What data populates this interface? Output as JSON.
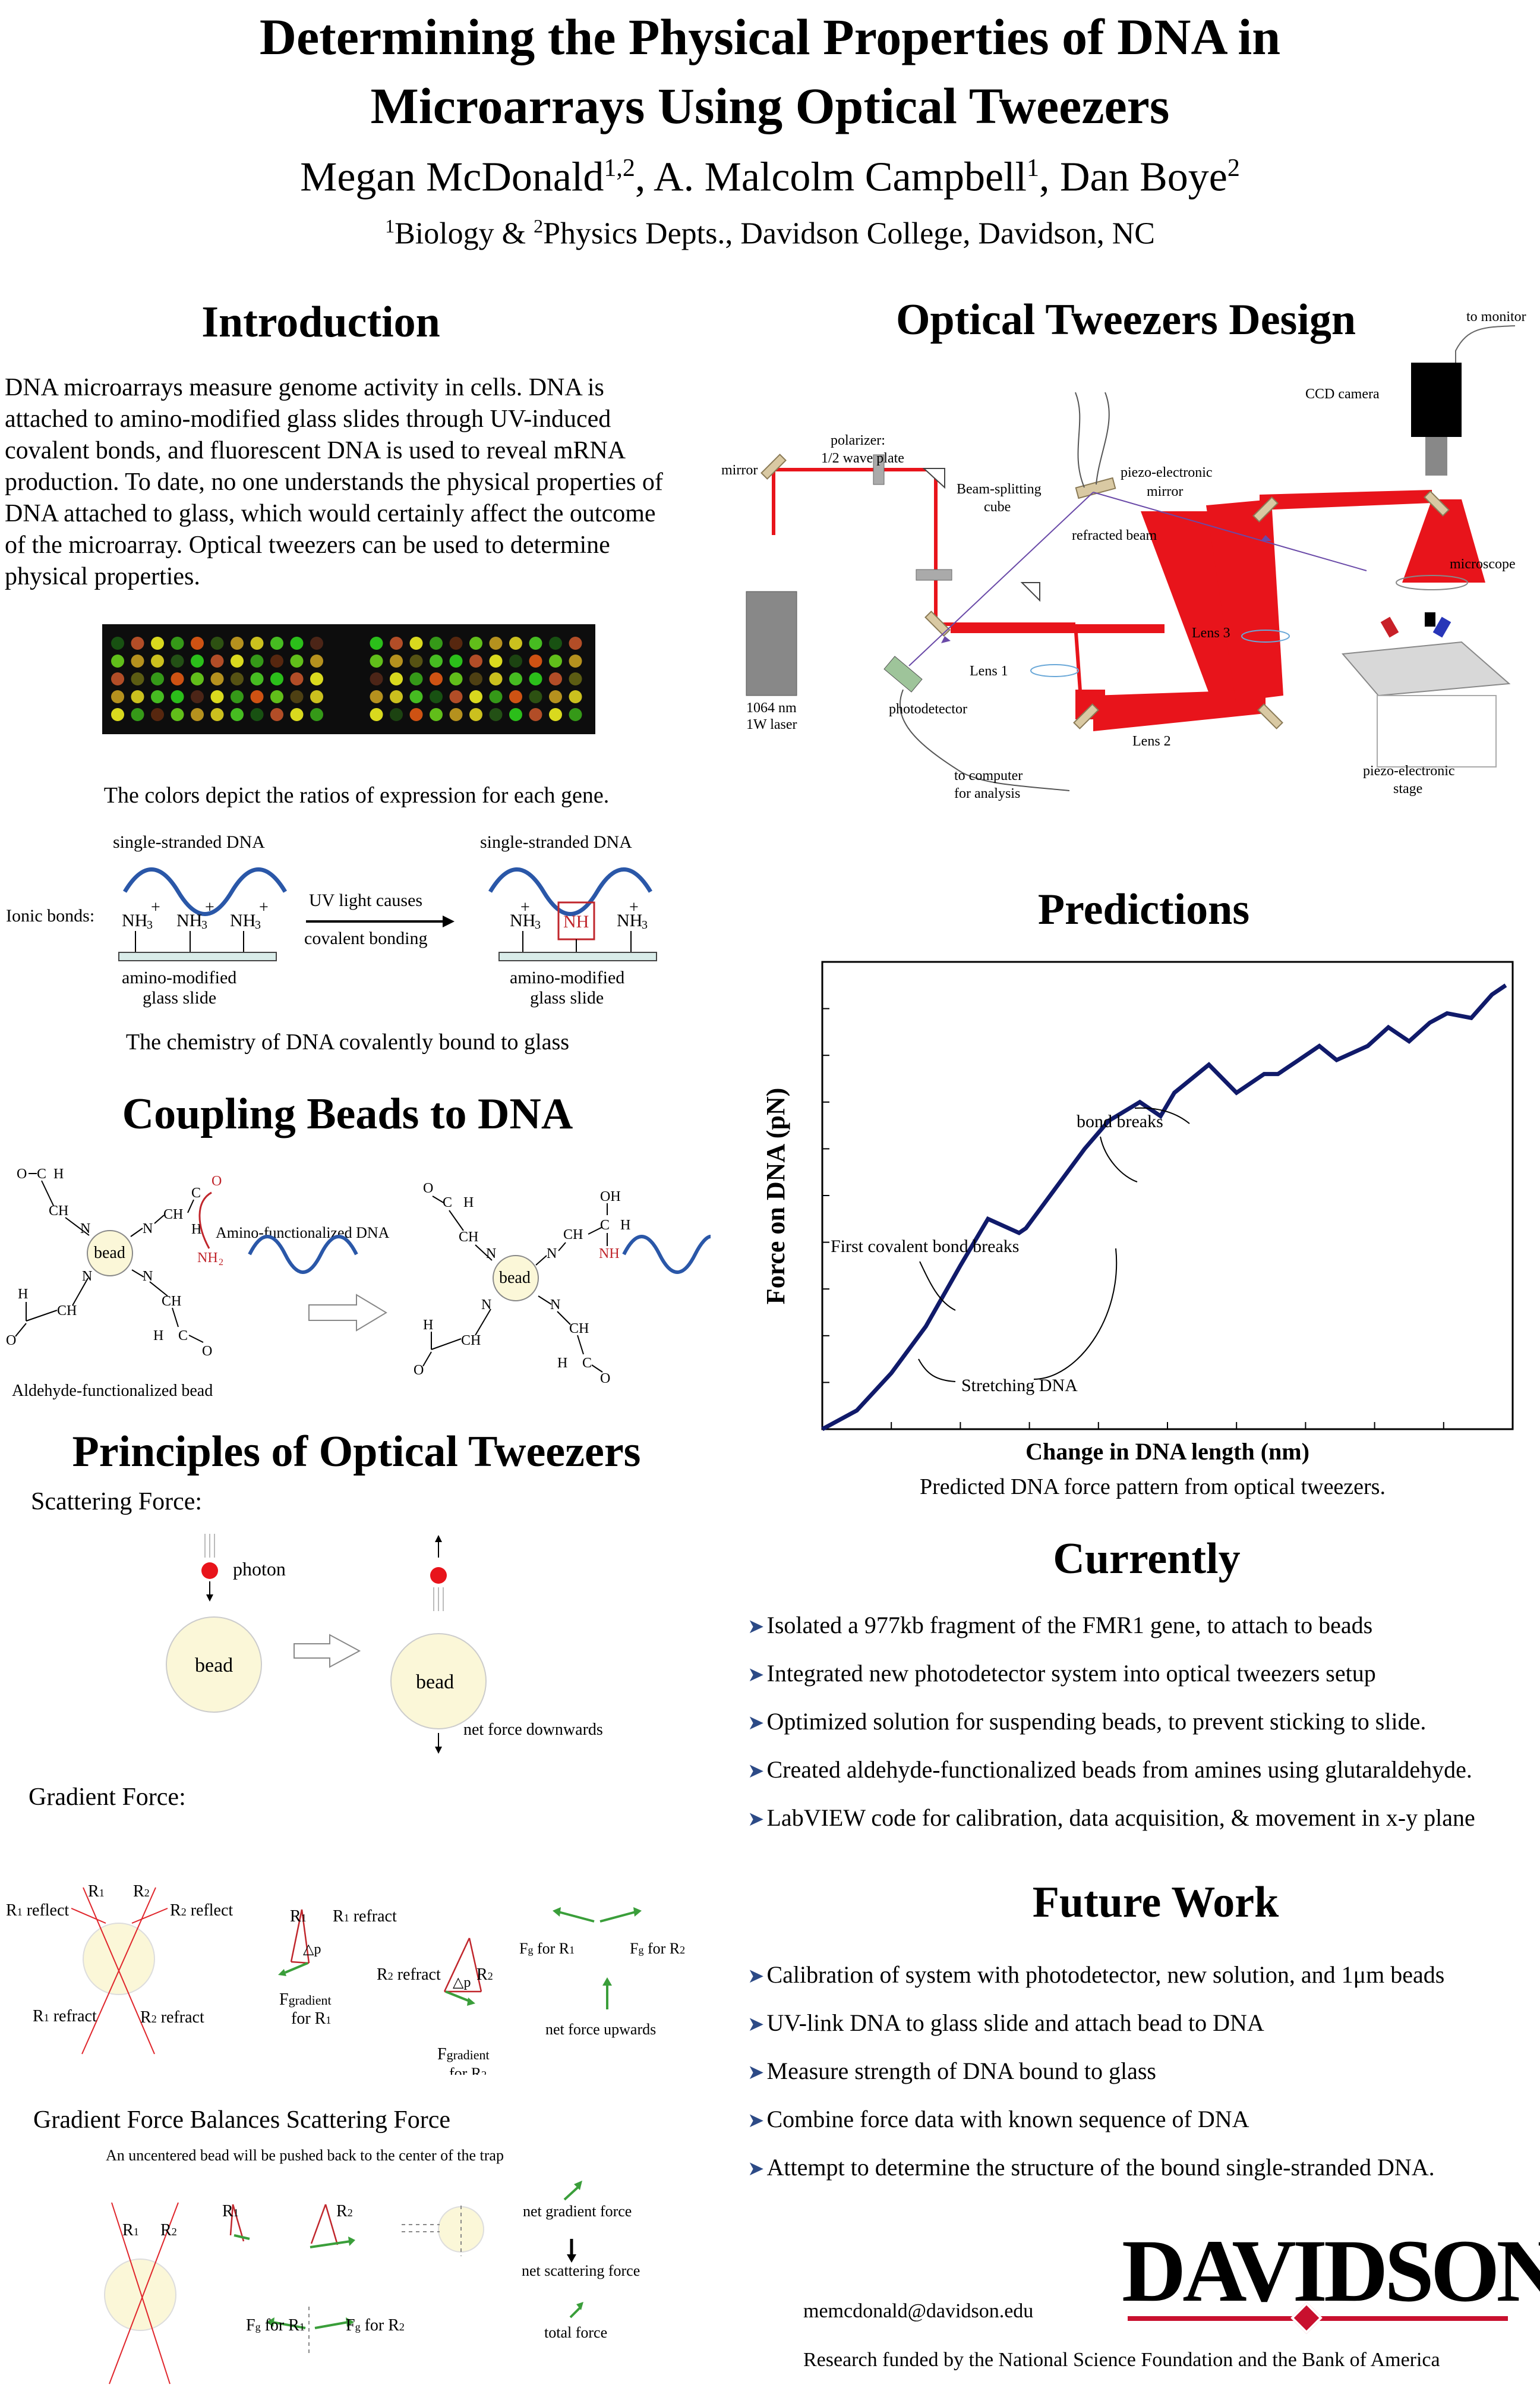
{
  "header": {
    "title_line1": "Determining the Physical Properties of DNA in",
    "title_line2": "Microarrays Using Optical Tweezers",
    "authors": [
      {
        "name": "Megan McDonald",
        "sup": "1,2",
        "sep": ", "
      },
      {
        "name": "A. Malcolm Campbell",
        "sup": "1",
        "sep": ", "
      },
      {
        "name": "Dan Boye",
        "sup": "2",
        "sep": ""
      }
    ],
    "affiliations": {
      "sup1": "1",
      "text1": "Biology & ",
      "sup2": "2",
      "text2": "Physics Depts., Davidson College, Davidson, NC"
    }
  },
  "introduction": {
    "heading": "Introduction",
    "paragraph": "DNA microarrays measure genome activity in cells.  DNA is attached to amino-modified glass slides through UV-induced covalent bonds, and fluorescent DNA is used to reveal mRNA production.  To date, no one understands the physical properties of DNA attached to glass, which would certainly affect the outcome of the microarray.  Optical tweezers can be used to determine physical properties.",
    "microarray_caption": "The colors depict the ratios of expression for each gene.",
    "chem_left_label": "single-stranded DNA",
    "chem_right_label": "single-stranded DNA",
    "ionic_label": "Ionic bonds:",
    "nh3": "NH",
    "nh3_sub": "3",
    "plus": "+",
    "nh": "NH",
    "uv_line1": "UV light causes",
    "uv_line2": "covalent bonding",
    "slide_label_line1": "amino-modified",
    "slide_label_line2": "glass slide",
    "chem_caption": "The chemistry of DNA covalently bound to glass"
  },
  "coupling": {
    "heading": "Coupling Beads to DNA",
    "bead": "bead",
    "amino_dna": "Amino-functionalized DNA",
    "aldehyde_bead": "Aldehyde-functionalized bead",
    "nh2": "NH",
    "nh2_sub": "2",
    "nh": "NH",
    "atoms": {
      "o": "O",
      "c": "C",
      "h": "H",
      "ch": "CH",
      "n": "N",
      "oh": "OH"
    }
  },
  "principles": {
    "heading": "Principles of Optical Tweezers",
    "scattering_label": "Scattering Force:",
    "photon": "photon",
    "bead": "bead",
    "net_down": "net force downwards",
    "gradient_label": "Gradient Force:",
    "r1": "R",
    "r2": "R",
    "sub1": "1",
    "sub2": "2",
    "reflect": "reflect",
    "refract": "refract",
    "delta_p": "△p",
    "f": "F",
    "gradient": "gradient",
    "for_r1": "for R",
    "for_r2": "for R",
    "fg": "F",
    "g": "g",
    "net_up": "net force upwards",
    "balance_label": "Gradient Force Balances Scattering Force",
    "uncentered": "An uncentered bead will be pushed back to the center of the trap",
    "net_gradient": "net gradient force",
    "net_scattering": "net scattering force",
    "total_force": "total force"
  },
  "design": {
    "heading": "Optical Tweezers Design",
    "labels": {
      "to_monitor": "to monitor",
      "ccd": "CCD camera",
      "mirror": "mirror",
      "polarizer_1": "polarizer:",
      "polarizer_2": "1/2 wave plate",
      "bsc_1": "Beam-splitting",
      "bsc_2": "cube",
      "piezo_mirror_1": "piezo-electronic",
      "piezo_mirror_2": "mirror",
      "refracted": "refracted beam",
      "microscope": "microscope",
      "lens3": "Lens 3",
      "lens1": "Lens 1",
      "lens2": "Lens 2",
      "laser_1": "1064 nm",
      "laser_2": "1W laser",
      "photodetector": "photodetector",
      "computer_1": "to computer",
      "computer_2": "for analysis",
      "stage_1": "piezo-electronic",
      "stage_2": "stage"
    }
  },
  "predictions": {
    "heading": "Predictions",
    "caption": "Predicted DNA force pattern from optical tweezers.",
    "annotations": {
      "bond_breaks": "bond breaks",
      "first_break": "First covalent bond breaks",
      "stretching": "Stretching DNA"
    }
  },
  "chart_data": {
    "type": "line",
    "title": "",
    "xlabel": "Change in DNA length (nm)",
    "ylabel": "Force on DNA (pN)",
    "x_ticks": 9,
    "y_ticks": 9,
    "xlim": [
      0,
      10
    ],
    "ylim": [
      0,
      10
    ],
    "series": [
      {
        "x": [
          0,
          0.5,
          1.0,
          1.5,
          2.0,
          2.4,
          2.85,
          2.95,
          3.3,
          3.8,
          4.15,
          4.6,
          4.9,
          5.1,
          5.6,
          6.0,
          6.4,
          6.6,
          6.9,
          7.2,
          7.45,
          7.9,
          8.2,
          8.5,
          8.8,
          9.05,
          9.4,
          9.7,
          9.9
        ],
        "y": [
          0,
          0.4,
          1.2,
          2.2,
          3.5,
          4.5,
          4.2,
          4.3,
          5.0,
          6.0,
          6.6,
          7.0,
          6.7,
          7.2,
          7.8,
          7.2,
          7.6,
          7.6,
          7.9,
          8.2,
          7.9,
          8.2,
          8.6,
          8.3,
          8.7,
          8.9,
          8.8,
          9.3,
          9.5
        ]
      }
    ]
  },
  "currently": {
    "heading": "Currently",
    "items": [
      "Isolated a 977kb fragment of the FMR1 gene, to attach to beads",
      "Integrated new photodetector system into optical tweezers setup",
      "Optimized solution for suspending beads, to prevent sticking to slide.",
      "Created aldehyde-functionalized beads from amines using glutaraldehyde.",
      "LabVIEW code for calibration, data acquisition, & movement in x-y plane"
    ]
  },
  "future": {
    "heading": "Future Work",
    "items": [
      "Calibration of system with photodetector, new solution, and 1μm beads",
      "UV-link DNA to glass slide and attach bead to DNA",
      "Measure strength of DNA bound to glass",
      "Combine force data with known sequence of DNA",
      "Attempt to determine the structure of the bound single-stranded DNA."
    ]
  },
  "footer": {
    "email": "memcdonald@davidson.edu",
    "funding": "Research funded by the National Science Foundation and the Bank of America",
    "logo": "DAVIDSON"
  },
  "colors": {
    "laser": "#e8141b",
    "dna_wave": "#2a57a8",
    "plot_line": "#101a6a",
    "bullet": "#2c4a86",
    "bead_fill": "#fbf7d8"
  }
}
